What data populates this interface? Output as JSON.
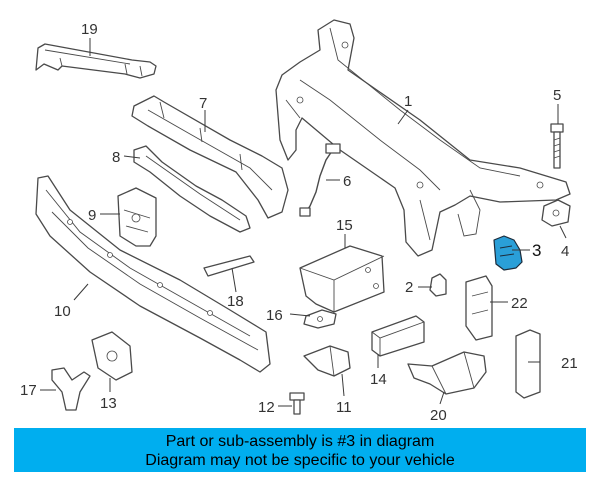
{
  "diagram": {
    "highlight_color": "#2a9fd8",
    "callouts": {
      "c1": "1",
      "c2": "2",
      "c3": "3",
      "c4": "4",
      "c5": "5",
      "c6": "6",
      "c7": "7",
      "c8": "8",
      "c9": "9",
      "c10": "10",
      "c11": "11",
      "c12": "12",
      "c13": "13",
      "c14": "14",
      "c15": "15",
      "c16": "16",
      "c17": "17",
      "c18": "18",
      "c19": "19",
      "c20": "20",
      "c21": "21",
      "c22": "22"
    }
  },
  "banner": {
    "background": "#00aeef",
    "line1": "Part or sub-assembly is #3 in diagram",
    "line2": "Diagram may not be specific to your vehicle"
  }
}
